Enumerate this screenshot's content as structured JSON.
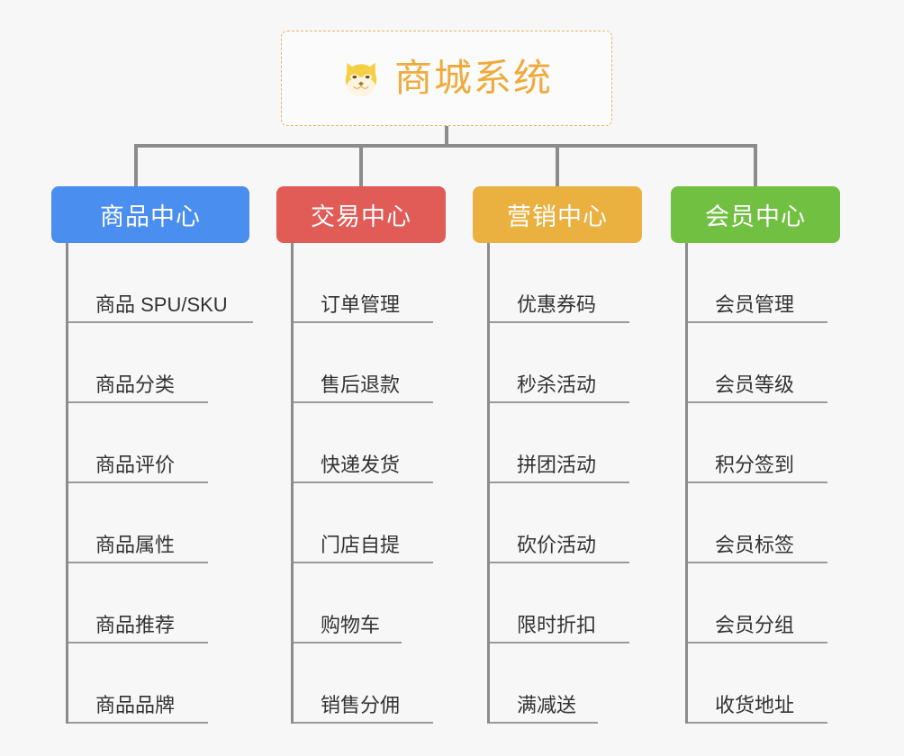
{
  "diagram": {
    "type": "org-tree",
    "background_color": "#f7f7f7",
    "root": {
      "title": "商城系统",
      "icon": "shiba-dog-face-icon",
      "text_color": "#eeab3c",
      "border_color": "#e8b563",
      "border_style": "dashed"
    },
    "connector_color": "#8c8c8c",
    "branches": [
      {
        "id": "product-center",
        "label": "商品中心",
        "color": "#4a8ef0",
        "items": [
          "商品 SPU/SKU",
          "商品分类",
          "商品评价",
          "商品属性",
          "商品推荐",
          "商品品牌"
        ]
      },
      {
        "id": "trade-center",
        "label": "交易中心",
        "color": "#e15b57",
        "items": [
          "订单管理",
          "售后退款",
          "快递发货",
          "门店自提",
          "购物车",
          "销售分佣"
        ]
      },
      {
        "id": "marketing-center",
        "label": "营销中心",
        "color": "#eab040",
        "items": [
          "优惠券码",
          "秒杀活动",
          "拼团活动",
          "砍价活动",
          "限时折扣",
          "满减送"
        ]
      },
      {
        "id": "member-center",
        "label": "会员中心",
        "color": "#72c042",
        "items": [
          "会员管理",
          "会员等级",
          "积分签到",
          "会员标签",
          "会员分组",
          "收货地址"
        ]
      }
    ]
  }
}
